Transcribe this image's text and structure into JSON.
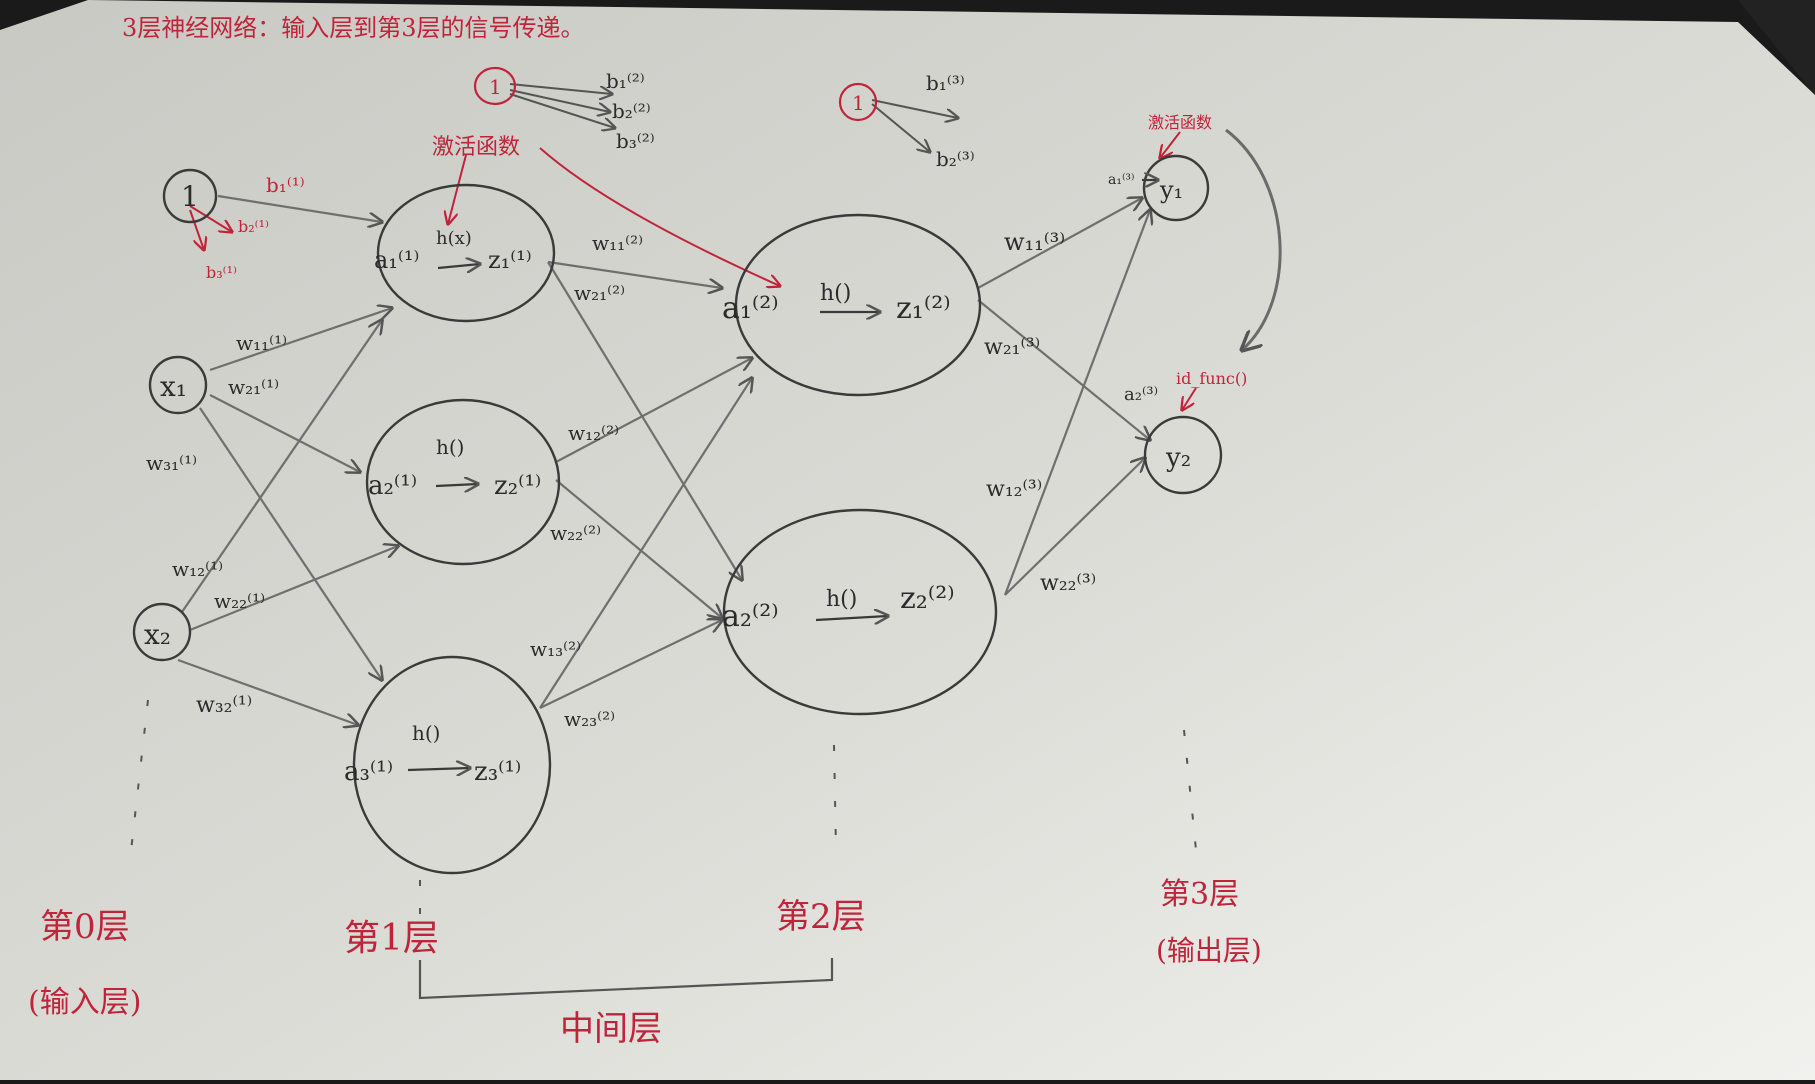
{
  "title": "3层神经网络：输入层到第3层的信号传递。",
  "bias_units": {
    "layer0": "1",
    "layer1": "1",
    "layer2": "1"
  },
  "bias_labels": {
    "l1": [
      "b₁⁽¹⁾",
      "b₂⁽¹⁾",
      "b₃⁽¹⁾"
    ],
    "l2": [
      "b₁⁽²⁾",
      "b₂⁽²⁾",
      "b₃⁽²⁾"
    ],
    "l3": [
      "b₁⁽³⁾",
      "b₂⁽³⁾"
    ]
  },
  "inputs": {
    "x1": "x₁",
    "x2": "x₂"
  },
  "layer1": {
    "n1": {
      "a": "a₁⁽¹⁾",
      "h": "h(x)",
      "z": "z₁⁽¹⁾"
    },
    "n2": {
      "a": "a₂⁽¹⁾",
      "h": "h()",
      "z": "z₂⁽¹⁾"
    },
    "n3": {
      "a": "a₃⁽¹⁾",
      "h": "h()",
      "z": "z₃⁽¹⁾"
    }
  },
  "layer2": {
    "n1": {
      "a": "a₁⁽²⁾",
      "h": "h()",
      "z": "z₁⁽²⁾"
    },
    "n2": {
      "a": "a₂⁽²⁾",
      "h": "h()",
      "z": "z₂⁽²⁾"
    }
  },
  "outputs": {
    "y1": "y₁",
    "y2": "y₂",
    "a1": "a₁⁽³⁾",
    "a2": "a₂⁽³⁾"
  },
  "weights_l1": {
    "w11": "w₁₁⁽¹⁾",
    "w21": "w₂₁⁽¹⁾",
    "w31": "w₃₁⁽¹⁾",
    "w12": "w₁₂⁽¹⁾",
    "w22": "w₂₂⁽¹⁾",
    "w32": "w₃₂⁽¹⁾"
  },
  "weights_l2": {
    "w11": "w₁₁⁽²⁾",
    "w21": "w₂₁⁽²⁾",
    "w12": "w₁₂⁽²⁾",
    "w22": "w₂₂⁽²⁾",
    "w13": "w₁₃⁽²⁾",
    "w23": "w₂₃⁽²⁾"
  },
  "weights_l3": {
    "w11": "w₁₁⁽³⁾",
    "w21": "w₂₁⁽³⁾",
    "w12": "w₁₂⁽³⁾",
    "w22": "w₂₂⁽³⁾"
  },
  "annotations": {
    "activation_function": "激活函数",
    "output_activation": "激活函数",
    "identity": "id_func()"
  },
  "layer_labels": {
    "layer0": "第0层",
    "layer0_sub": "(输入层)",
    "layer1": "第1层",
    "layer2": "第2层",
    "layer3": "第3层",
    "layer3_sub": "(输出层)",
    "middle": "中间层"
  }
}
